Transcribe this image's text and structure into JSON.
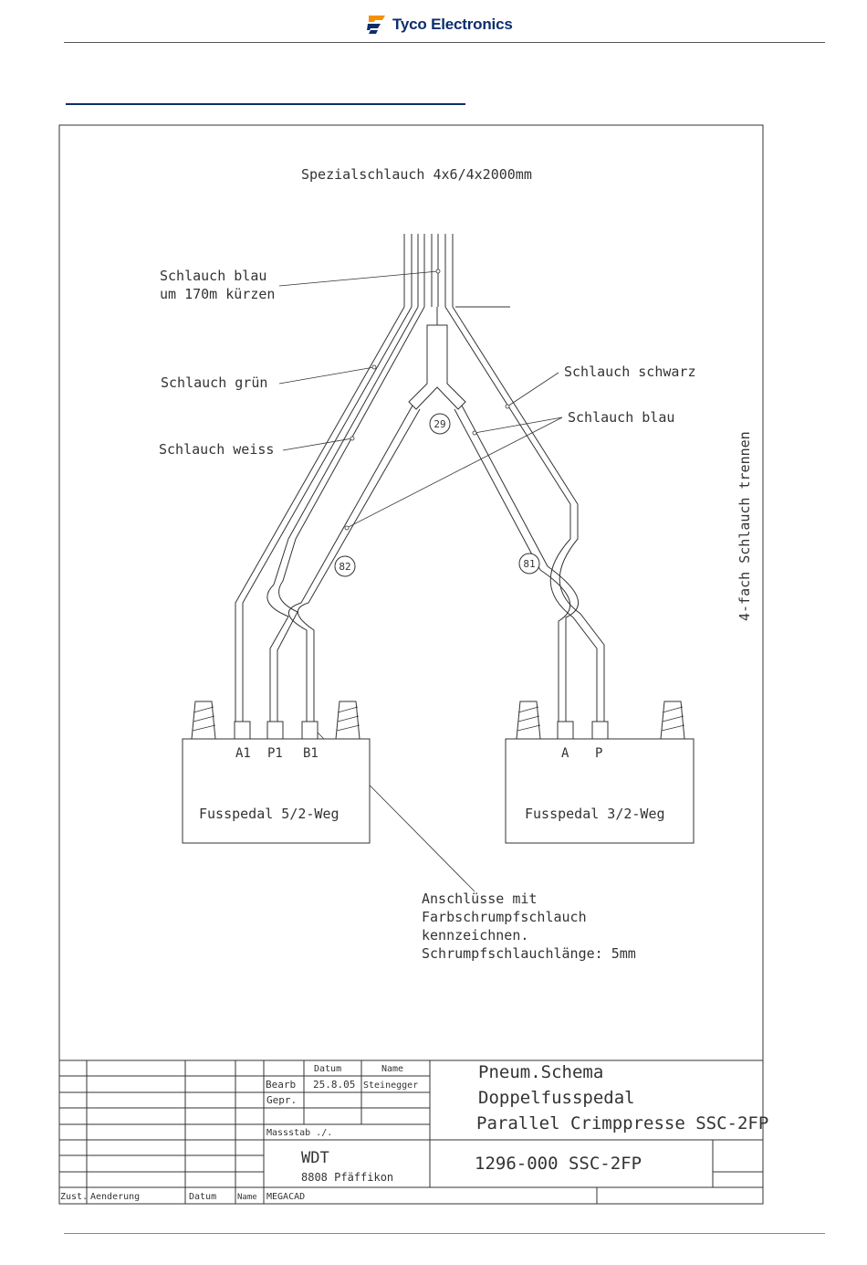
{
  "header": {
    "brand": "Tyco Electronics",
    "brand_color": "#0c2e6d",
    "logo_accent": "#f39200"
  },
  "drawing": {
    "top_label": "Spezialschlauch 4x6/4x2000mm",
    "callouts": {
      "blue_top_line1": "Schlauch blau",
      "blue_top_line2": "um 170m kürzen",
      "green": "Schlauch grün",
      "white": "Schlauch weiss",
      "black": "Schlauch schwarz",
      "blue_right": "Schlauch blau"
    },
    "side_label": "4-fach Schlauch trennen",
    "markers": [
      "29",
      "82",
      "81"
    ],
    "pedal_left": {
      "name": "Fusspedal 5/2-Weg",
      "ports": [
        "A1",
        "P1",
        "B1"
      ]
    },
    "pedal_right": {
      "name": "Fusspedal 3/2-Weg",
      "ports": [
        "A",
        "P"
      ]
    },
    "note": [
      "Anschlüsse mit",
      "Farbschrumpfschlauch",
      "kennzeichnen.",
      "Schrumpfschlauchlänge: 5mm"
    ]
  },
  "title_block": {
    "col_datum": "Datum",
    "col_name": "Name",
    "row_bearb": "Bearb",
    "bearb_datum": "25.8.05",
    "bearb_name": "Steinegger",
    "row_gepr": "Gepr.",
    "massstab": "Massstab ./.",
    "company": "WDT",
    "city": "8808 Pfäffikon",
    "title1": "Pneum.Schema",
    "title2": "Doppelfusspedal",
    "title3": "Parallel Crimppresse SSC-2FP",
    "drawing_no": "1296-000 SSC-2FP",
    "footer_zust": "Zust.",
    "footer_aend": "Aenderung",
    "footer_datum": "Datum",
    "footer_name": "Name",
    "footer_software": "MEGACAD"
  }
}
